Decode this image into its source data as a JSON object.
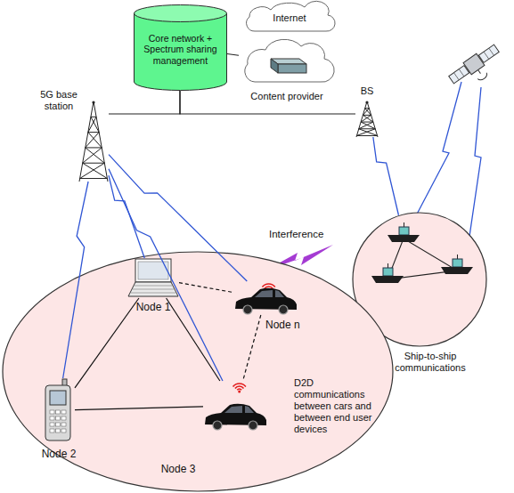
{
  "diagram": {
    "nodes": [
      {
        "text": [
          "Core network + Spectrum sharing management"
        ]
      },
      {
        "text": [
          "Internet"
        ]
      },
      {
        "text": [
          "Content provider"
        ]
      },
      {
        "text": [
          "5G base station"
        ]
      },
      {
        "text": [
          "BS"
        ]
      },
      {
        "text": [
          "Ship-to-ship communications"
        ]
      },
      {
        "text": [
          "D2D communications between cars and between end user devices"
        ]
      },
      {
        "text": [
          "Node 1"
        ],
        "in": 6
      },
      {
        "text": [
          "Node n"
        ],
        "in": 6
      },
      {
        "text": [
          "Node 2"
        ],
        "in": 6
      },
      {
        "text": [
          "Node 3"
        ],
        "in": 6
      }
    ],
    "edges": [
      {
        "from": 0,
        "to": 2,
        "arrow": "none"
      },
      {
        "from": 0,
        "to": 3,
        "arrow": "none"
      },
      {
        "from": 0,
        "to": 4,
        "arrow": "none"
      },
      {
        "from": 3,
        "to": 9,
        "arrow": "none"
      },
      {
        "from": 3,
        "to": 7,
        "arrow": "none"
      },
      {
        "from": 3,
        "to": 10,
        "arrow": "none"
      },
      {
        "from": 3,
        "to": 8,
        "arrow": "none"
      },
      {
        "from": 4,
        "to": 5,
        "arrow": "none"
      },
      {
        "from": 7,
        "to": 9,
        "arrow": "none"
      },
      {
        "from": 7,
        "to": 8,
        "arrow": "none"
      },
      {
        "from": 7,
        "to": 10,
        "arrow": "none"
      },
      {
        "from": 9,
        "to": 10,
        "arrow": "none"
      },
      {
        "from": 8,
        "to": 10,
        "arrow": "none"
      }
    ],
    "labels": [
      "Interference"
    ]
  }
}
